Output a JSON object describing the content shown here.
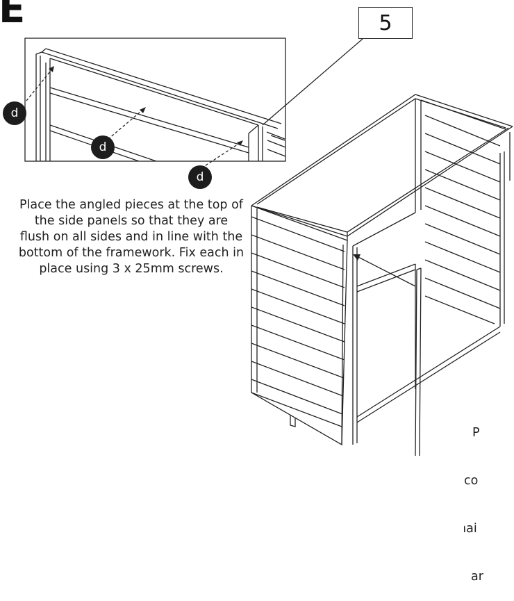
{
  "step_letter": "E",
  "callout_number": "5",
  "part_label": "d",
  "instruction": "Place the angled pieces at the top of the side panels so that they are flush on all sides and in line with the bottom of the framework. Fix each in place using 3 x 25mm screws.",
  "partial_text_lines": [
    "P",
    "co",
    "nai",
    "ar"
  ]
}
